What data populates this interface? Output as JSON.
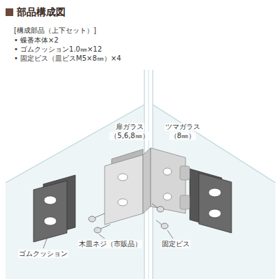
{
  "diagram": {
    "title": "部品構成図",
    "labels": [
      "[構成部品（上下セット）]",
      "• 蝶番本体×2",
      "• ゴムクッション1.0㎜×12",
      "• 固定ビス（皿ビスM5×8㎜）×4",
      "扉ガラス",
      "（5,6,8㎜）",
      "ツマガラス",
      "（8㎜）",
      "木皿ネジ（市販品）",
      "固定ビス",
      "ゴムクッション"
    ]
  }
}
